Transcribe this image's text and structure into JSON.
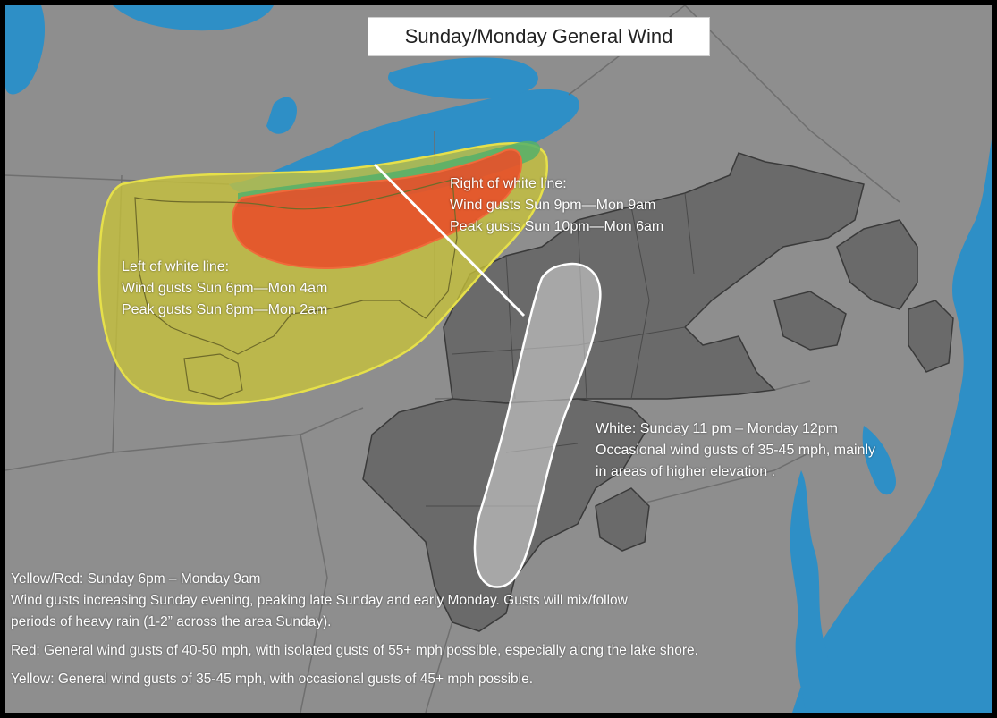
{
  "title": "Sunday/Monday General Wind",
  "colors": {
    "water": "#2e8fc6",
    "land": "#8e8e8e",
    "warning_area": "#6a6a6a",
    "yellow_zone": "#c8c33a",
    "red_zone": "#e8502a",
    "green_zone": "#55b06a",
    "white_zone": "#cfcfcf"
  },
  "right_of_line": {
    "heading": "Right of white line:",
    "line1": "Wind gusts Sun 9pm—Mon 9am",
    "line2": "Peak gusts Sun 10pm—Mon 6am"
  },
  "left_of_line": {
    "heading": "Left of white line:",
    "line1": "Wind gusts Sun 6pm—Mon 4am",
    "line2": "Peak gusts Sun 8pm—Mon 2am"
  },
  "white_zone_text": {
    "line1": "White: Sunday 11 pm – Monday 12pm",
    "line2": "Occasional wind gusts of 35-45 mph, mainly",
    "line3": "in areas of higher elevation ."
  },
  "bottom_text": {
    "line1": "Yellow/Red: Sunday 6pm – Monday 9am",
    "line2": "Wind gusts increasing Sunday evening, peaking late Sunday and early Monday. Gusts will mix/follow",
    "line3": "periods of heavy rain (1-2” across the area Sunday).",
    "line4": "Red: General wind gusts of 40-50 mph, with isolated gusts of 55+ mph possible, especially along the lake shore.",
    "line5": "Yellow: General wind gusts of 35-45 mph, with occasional gusts of 45+ mph possible."
  }
}
